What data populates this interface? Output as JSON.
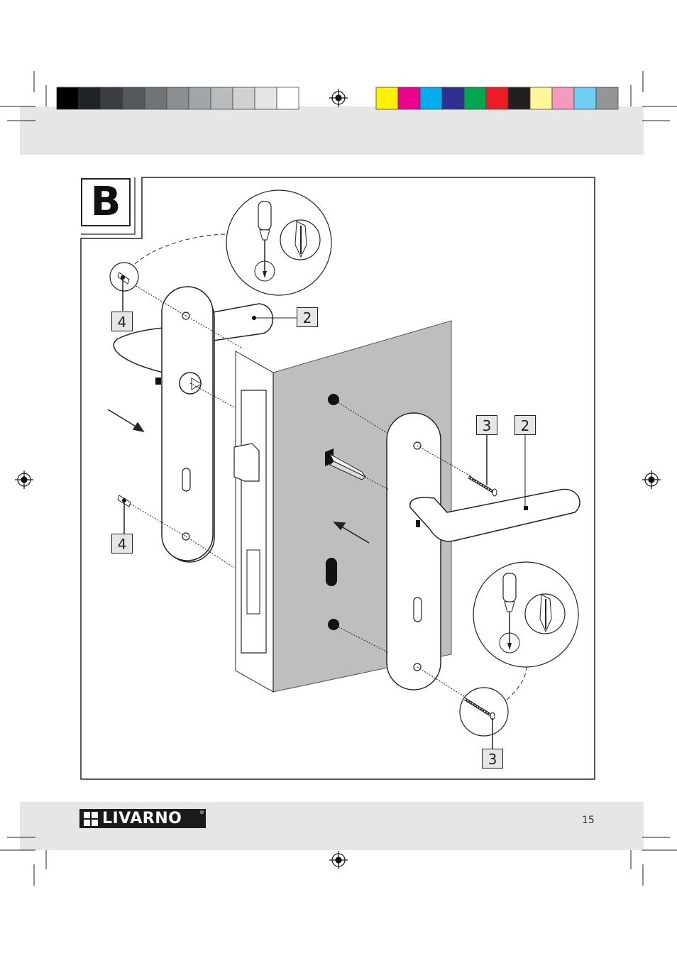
{
  "section_letter": "B",
  "labels": {
    "left_top_pin": "4",
    "left_handle": "2",
    "left_bottom_pin": "4",
    "right_screw_top": "3",
    "right_handle": "2",
    "right_screw_bottom": "3"
  },
  "brand": "LIVARNO",
  "brand_reg": "®",
  "page_number": "15",
  "colors": {
    "gray_bar": [
      "#000000",
      "#1f2326",
      "#3a3e41",
      "#55595c",
      "#707477",
      "#8b8f92",
      "#a3a6a8",
      "#b9bcbd",
      "#cfd1d2",
      "#e4e5e6",
      "#ffffff"
    ],
    "color_bar": [
      "#fff200",
      "#ec008c",
      "#00aeef",
      "#2e3192",
      "#00a651",
      "#ed1c24",
      "#231f20",
      "#fff799",
      "#f49ac1",
      "#6dcff6",
      "#939598"
    ],
    "band": "#e6e6e6",
    "door": "#bcbec0"
  },
  "icons": [
    "registration-mark-icon",
    "screwdriver-icon",
    "phillips-bit-icon",
    "direction-arrow-icon"
  ]
}
